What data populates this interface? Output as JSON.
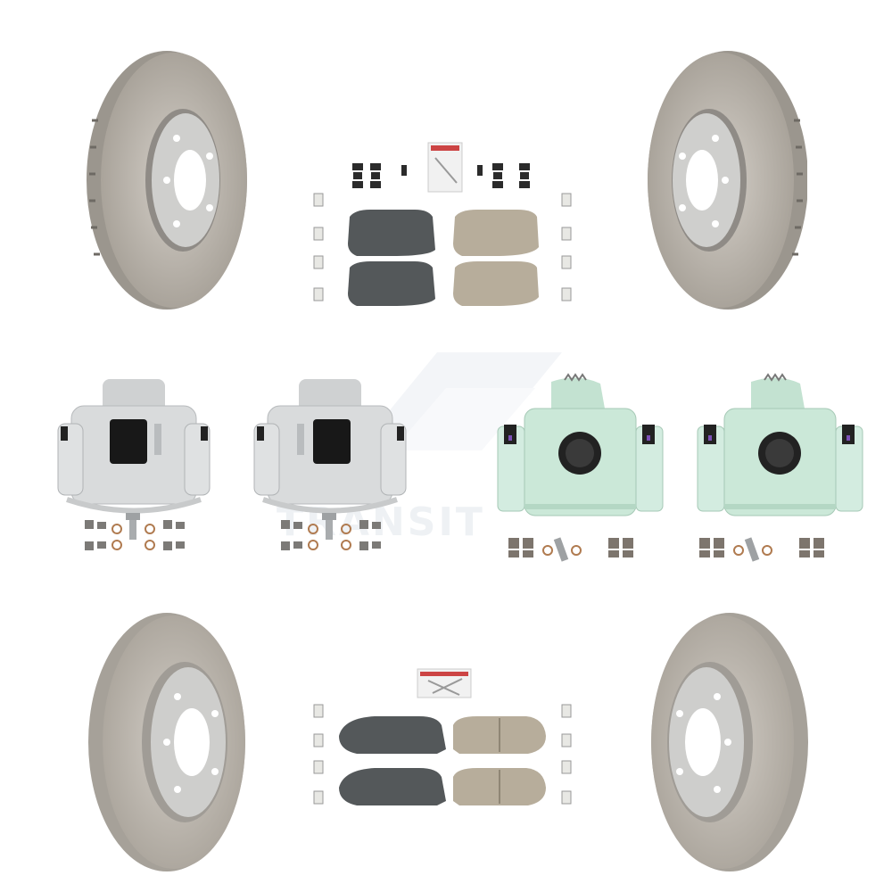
{
  "watermark": {
    "text": "TRANSIT"
  },
  "colors": {
    "rotor_metal": "#b9b2a8",
    "rotor_hub": "#c9c9c7",
    "caliper_silver": "#d8dadb",
    "caliper_green": "#c9e6d6",
    "pad_dark": "#55585a",
    "pad_ceramic": "#b6ab98",
    "background": "#ffffff"
  },
  "parts": [
    {
      "name": "vented-brake-rotor",
      "count": 2,
      "icon": "rotor-icon"
    },
    {
      "name": "solid-brake-rotor",
      "count": 2,
      "icon": "rotor-icon"
    },
    {
      "name": "front-brake-caliper-silver",
      "count": 2,
      "icon": "caliper-icon"
    },
    {
      "name": "rear-brake-caliper-green",
      "count": 2,
      "icon": "caliper-icon"
    },
    {
      "name": "brake-pad-set",
      "count": 2,
      "icon": "brake-pad-icon"
    }
  ]
}
